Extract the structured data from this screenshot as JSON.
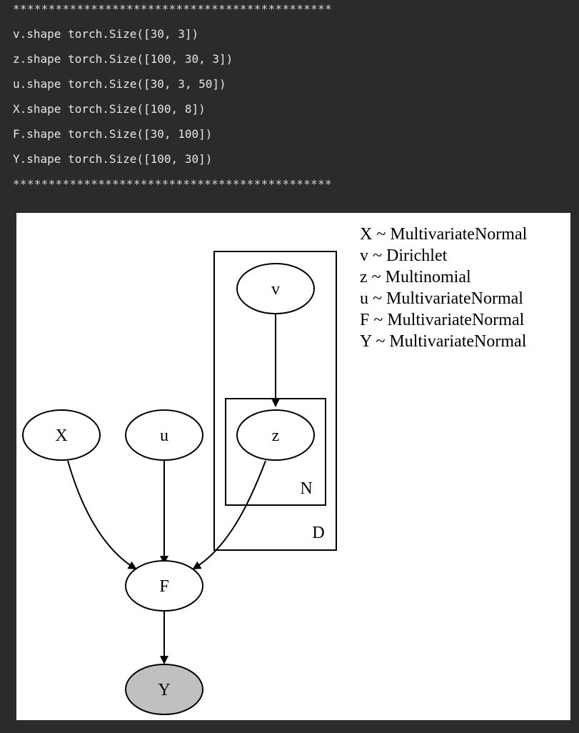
{
  "console": {
    "separator_top": "*********************************************",
    "lines": [
      "v.shape torch.Size([30, 3])",
      "z.shape torch.Size([100, 30, 3])",
      "u.shape torch.Size([30, 3, 50])",
      "X.shape torch.Size([100, 8])",
      "F.shape torch.Size([30, 100])",
      "Y.shape torch.Size([100, 30])"
    ],
    "separator_bottom": "*********************************************"
  },
  "graph": {
    "nodes": {
      "X": "X",
      "u": "u",
      "v": "v",
      "z": "z",
      "F": "F",
      "Y": "Y"
    },
    "plates": {
      "outer": "D",
      "inner": "N"
    },
    "observed_node_color": "#c0c0c0",
    "legend": [
      "X ~ MultivariateNormal",
      "v ~ Dirichlet",
      "z ~ Multinomial",
      "u ~ MultivariateNormal",
      "F ~ MultivariateNormal",
      "Y ~ MultivariateNormal"
    ]
  }
}
